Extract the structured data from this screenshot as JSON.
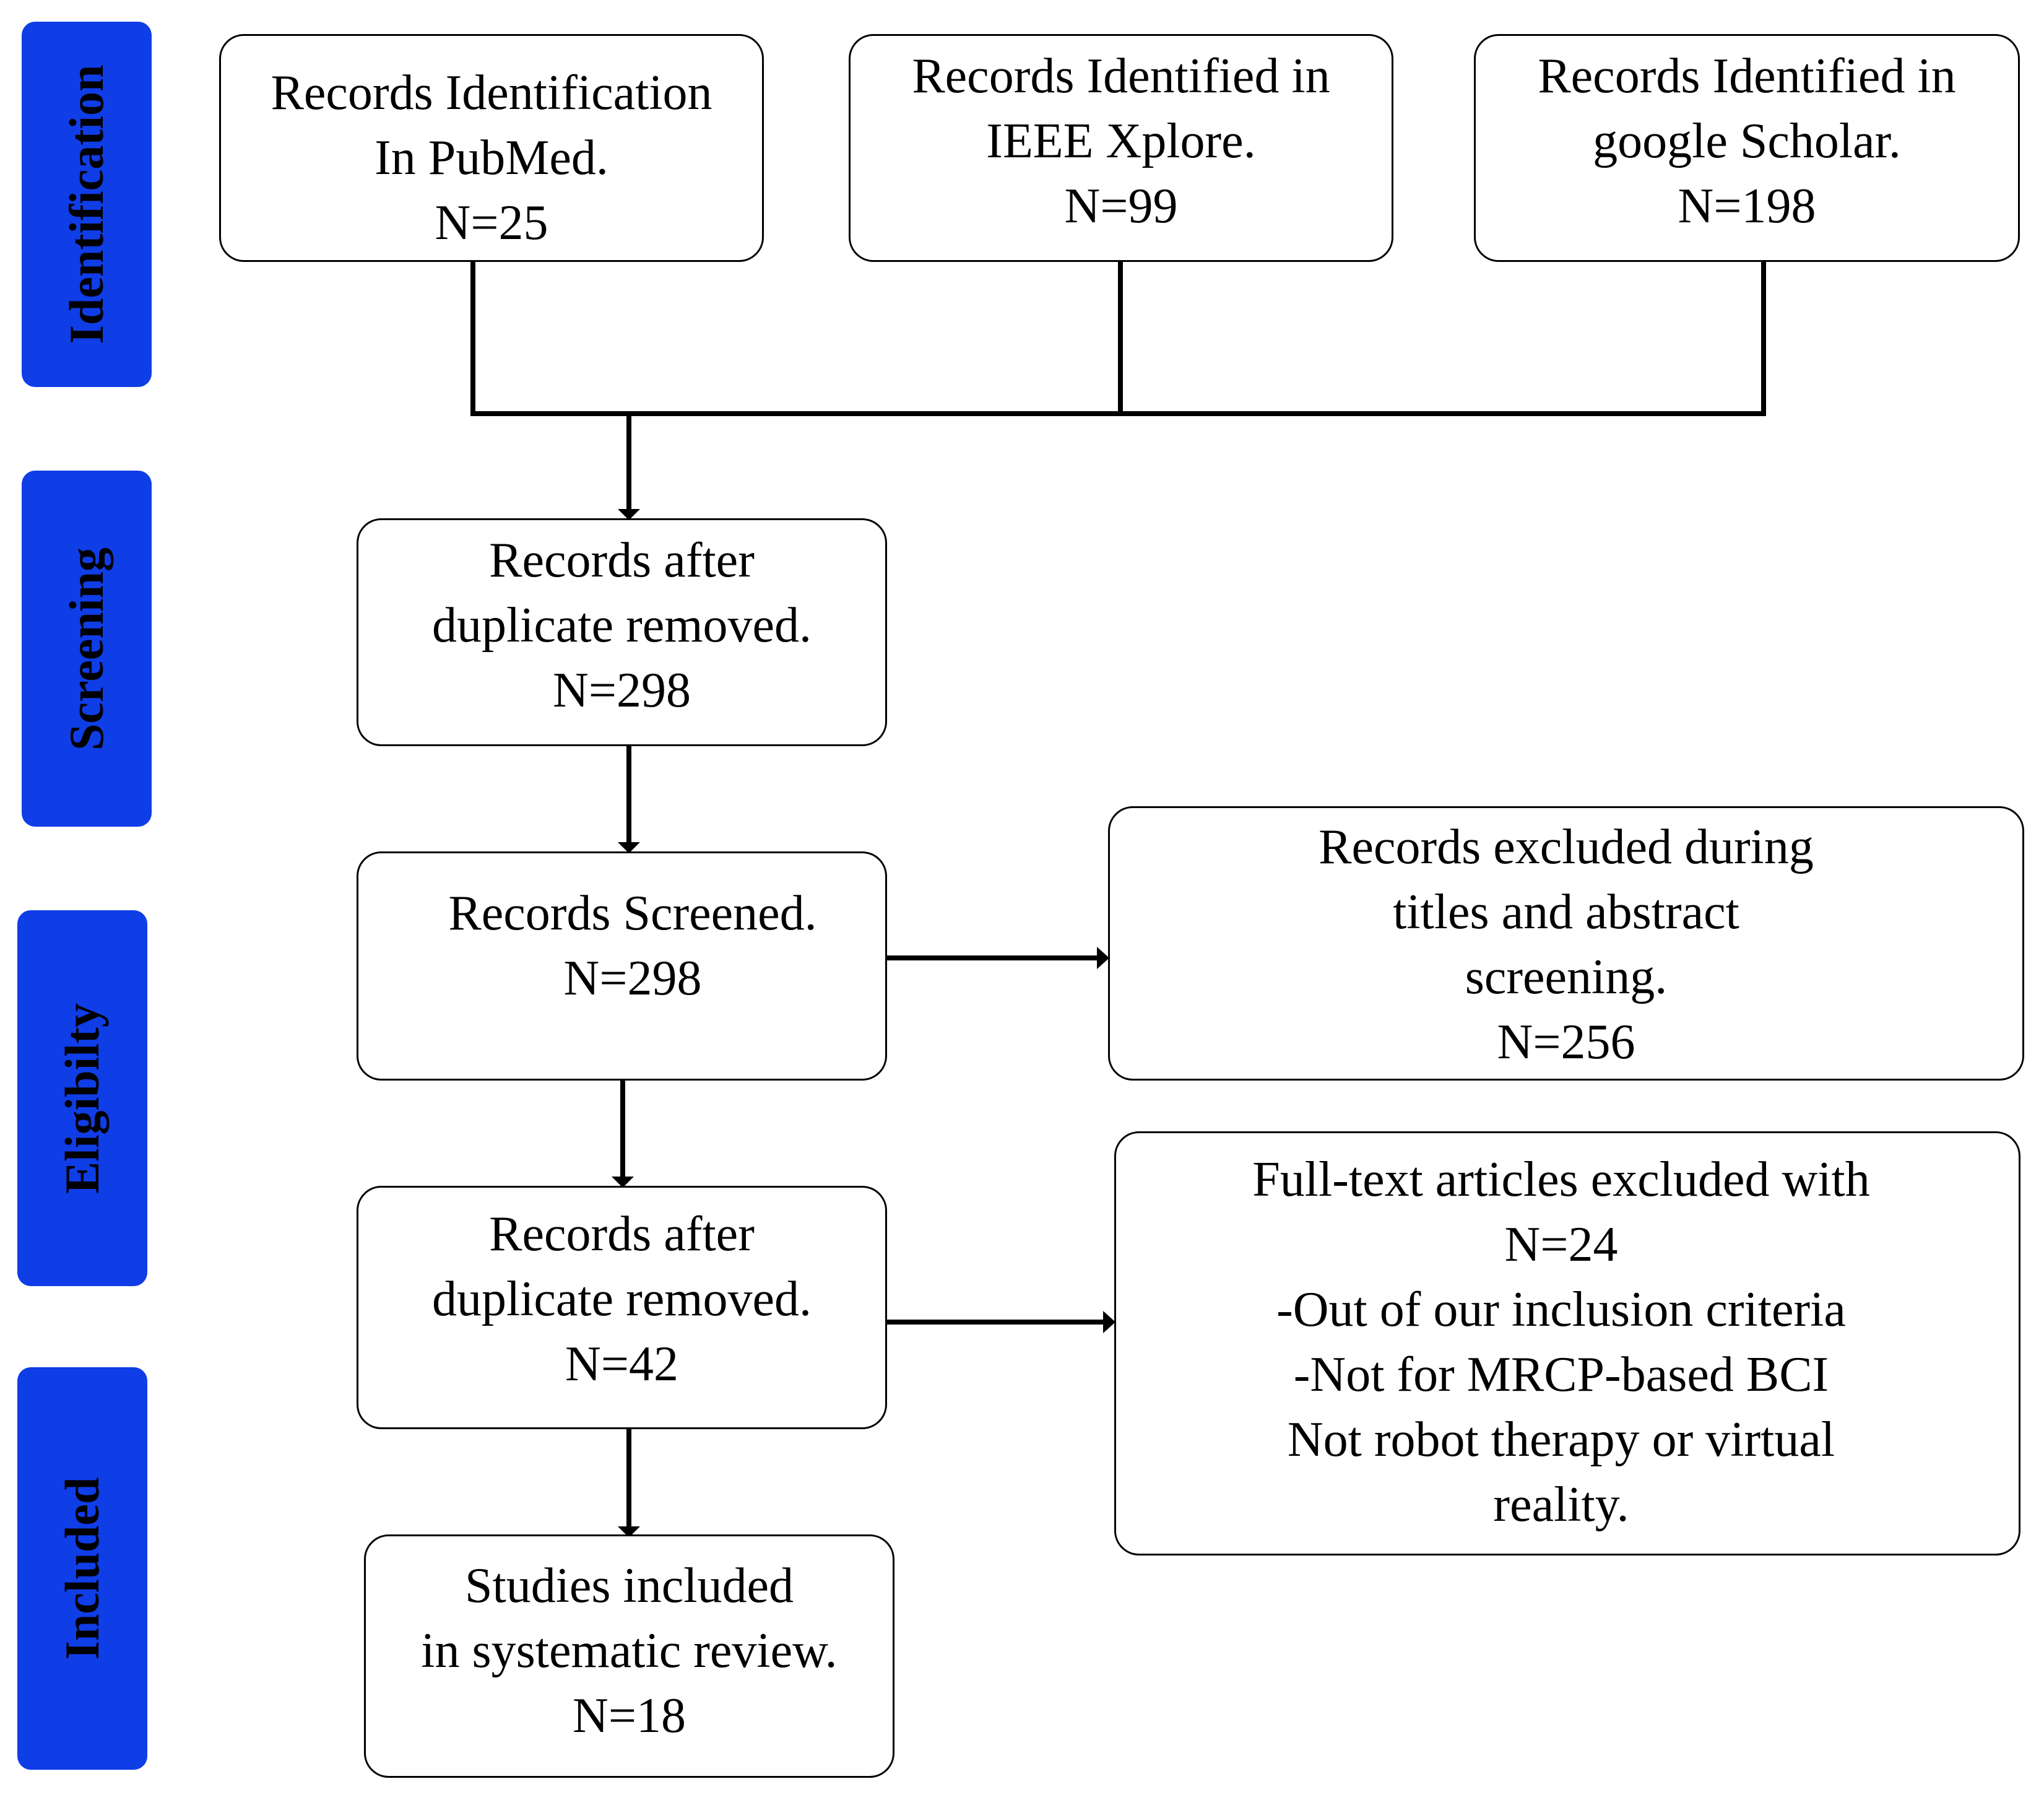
{
  "colors": {
    "phase_fill": "#0f3de6",
    "phase_text": "#000000",
    "box_border": "#000000",
    "box_fill": "#ffffff",
    "connector": "#000000"
  },
  "phases": {
    "identification": "Identification",
    "screening": "Screening",
    "eligibility": "Eligibilty",
    "included": "Included"
  },
  "boxes": {
    "pubmed": [
      "Records Identification",
      "In PubMed.",
      "N=25"
    ],
    "ieee": [
      "Records Identified in",
      "IEEE Xplore.",
      "N=99"
    ],
    "scholar": [
      "Records Identified in",
      "google Scholar.",
      "N=198"
    ],
    "after_duplicates": [
      "Records after",
      "duplicate removed.",
      "N=298"
    ],
    "screened": [
      "Records Screened.",
      "N=298"
    ],
    "excluded_screening": [
      "Records excluded during",
      "titles and abstract",
      "screening.",
      "N=256"
    ],
    "after_duplicates_2": [
      "Records after",
      "duplicate removed.",
      "N=42"
    ],
    "excluded_fulltext": [
      "Full-text articles excluded with",
      "N=24",
      "-Out of our inclusion criteria",
      "-Not for MRCP-based BCI",
      "Not robot therapy or virtual",
      "reality."
    ],
    "included": [
      "Studies included",
      "in  systematic review.",
      "N=18"
    ]
  }
}
